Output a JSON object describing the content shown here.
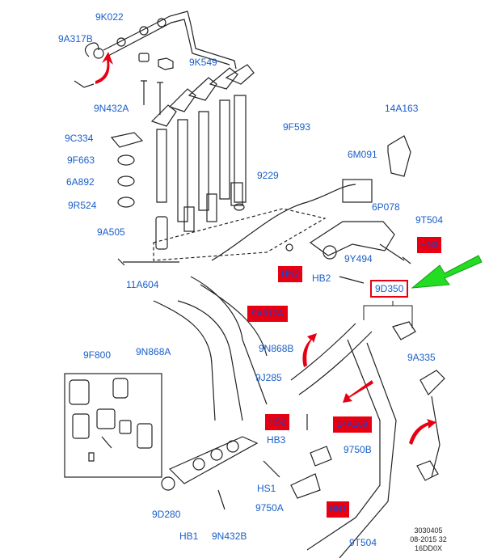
{
  "labels": {
    "9K022": "9K022",
    "9A317B": "9A317B",
    "9K549": "9K549",
    "9N432A": "9N432A",
    "9C334": "9C334",
    "9F663": "9F663",
    "6A892": "6A892",
    "9R524": "9R524",
    "9A505": "9A505",
    "9F593": "9F593",
    "9229": "9229",
    "14A163": "14A163",
    "6M091": "6M091",
    "6P078": "6P078",
    "9T504_top": "9T504",
    "9Y494": "9Y494",
    "HB2": "HB2",
    "11A604": "11A604",
    "9N868A": "9N868A",
    "9N868B": "9N868B",
    "9F800": "9F800",
    "9J285": "9J285",
    "9A335": "9A335",
    "HB3": "HB3",
    "9750B": "9750B",
    "HS1": "HS1",
    "9750A": "9750A",
    "9D280": "9D280",
    "HB1": "HB1",
    "9N432B": "9N432B",
    "9T504_bottom": "9T504"
  },
  "highlight_tags": {
    "hn3": "HN3",
    "hn2": "HN2",
    "a317a": "9A317A",
    "hs2": "HS2",
    "a14a169": "14A169",
    "hn1": "HN1"
  },
  "callout": "9D350",
  "reference": {
    "line1": "3030405",
    "line2": "08-2015 32",
    "line3": "16DD0X"
  },
  "colors": {
    "label": "#1a5fc8",
    "tag_fill": "#e60012",
    "tag_text": "#1a3fd0",
    "arrow_red": "#e60012",
    "arrow_green": "#22dd22",
    "line": "#222222"
  }
}
